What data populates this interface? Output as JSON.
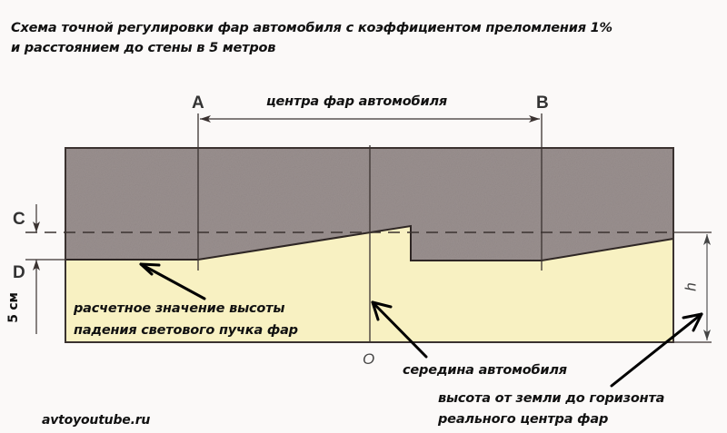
{
  "title": {
    "line1": "Схема точной регулировки фар автомобиля с коэффициентом преломления 1%",
    "line2": "и расстоянием до стены в 5 метров"
  },
  "diagram": {
    "points": {
      "a": "A",
      "b": "B",
      "c": "C",
      "d": "D",
      "o": "O",
      "h": "h"
    },
    "dimension_top": "центра фар автомобиля",
    "dimension_left": "5 см",
    "annotations": {
      "beam_drop_line1": "расчетное значение высоты",
      "beam_drop_line2": "падения светового пучка фар",
      "car_middle": "середина автомобиля",
      "height_line1": "высота от земли до горизонта",
      "height_line2": "реального центра фар"
    },
    "colors": {
      "wall": "#9a908f",
      "lit_area": "#f8f1c2",
      "lines": "#3a3230",
      "background": "#fbf9f8"
    }
  },
  "footer": {
    "site": "avtoyoutube.ru"
  }
}
